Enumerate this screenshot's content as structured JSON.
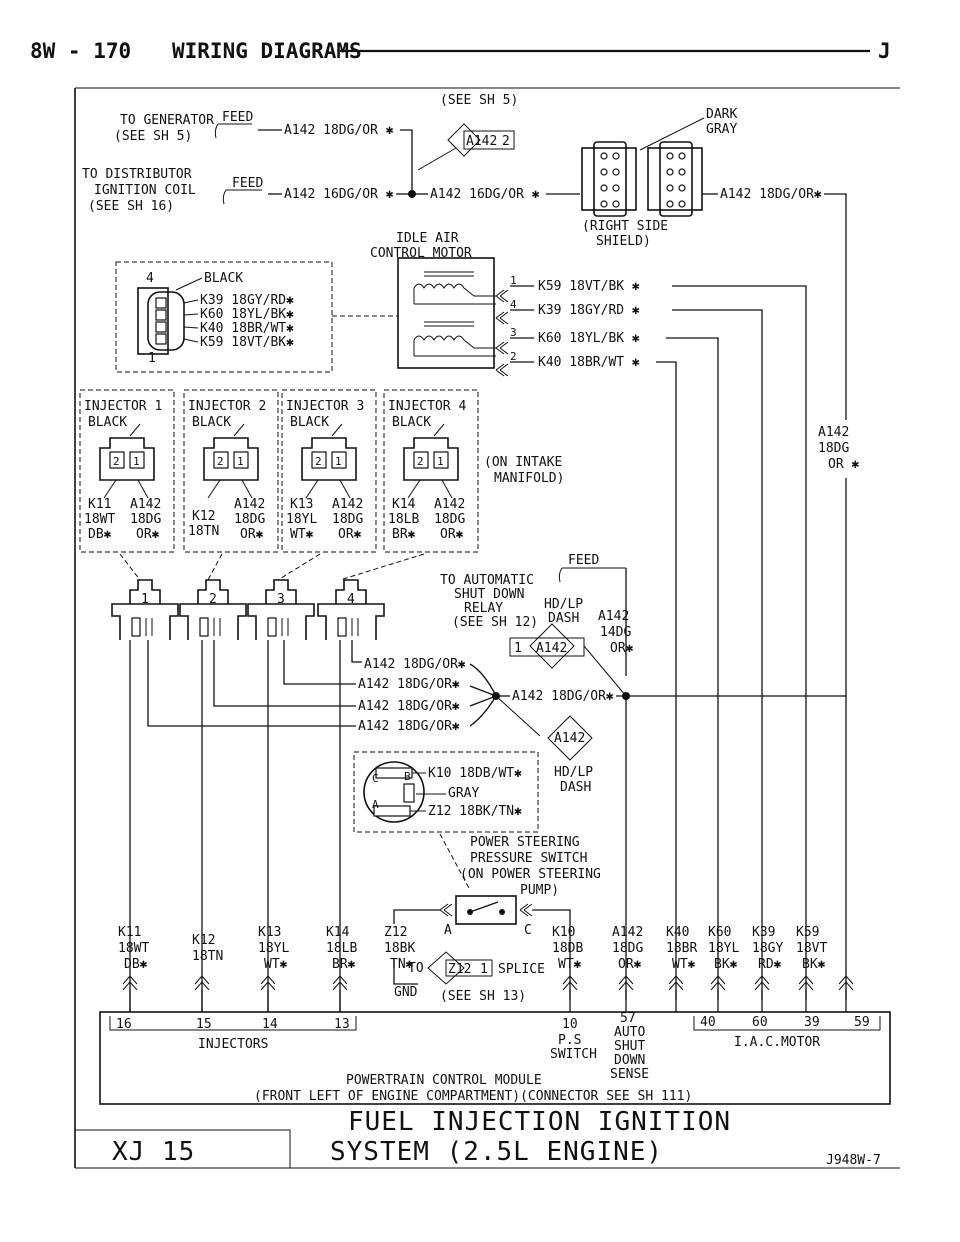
{
  "header": {
    "page_number": "8W - 170",
    "title": "WIRING DIAGRAMS",
    "section_letter": "J"
  },
  "top": {
    "see_sh5": "(SEE SH 5)",
    "gen_line1": "TO GENERATOR",
    "gen_line2": "(SEE SH 5)",
    "feed1": "FEED",
    "wire_gen": "A142 18DG/OR ✱",
    "dist_line1": "TO DISTRIBUTOR",
    "dist_line2": "IGNITION COIL",
    "dist_line3": "(SEE SH 16)",
    "feed2": "FEED",
    "wire_dist": "A142 16DG/OR ✱",
    "wire_mid": "A142 16DG/OR ✱",
    "splice_a142_2": "A142",
    "splice_pin_2": "2",
    "dark_gray1": "DARK",
    "dark_gray2": "GRAY",
    "right_shield1": "(RIGHT SIDE",
    "right_shield2": "SHIELD)",
    "wire_right": "A142 18DG/OR✱",
    "iac1": "IDLE AIR",
    "iac2": "CONTROL MOTOR"
  },
  "iac_connector": {
    "pin4": "4",
    "pin1": "1",
    "color": "BLACK",
    "wires": [
      "K39 18GY/RD✱",
      "K60 18YL/BK✱",
      "K40 18BR/WT✱",
      "K59 18VT/BK✱"
    ]
  },
  "iac_motor": {
    "pins": [
      "1",
      "4",
      "3",
      "2"
    ],
    "wires": [
      "K59 18VT/BK ✱",
      "K39 18GY/RD ✱",
      "K60 18YL/BK ✱",
      "K40 18BR/WT ✱"
    ]
  },
  "a142_side": {
    "l1": "A142",
    "l2": "18DG",
    "l3": "OR ✱"
  },
  "injectors": [
    {
      "name": "INJECTOR 1",
      "color": "BLACK",
      "pin_a": "2",
      "pin_b": "1",
      "w1a": "K11",
      "w1b": "18WT",
      "w1c": "DB✱",
      "w2a": "A142",
      "w2b": "18DG",
      "w2c": "OR✱",
      "num": "1"
    },
    {
      "name": "INJECTOR 2",
      "color": "BLACK",
      "pin_a": "2",
      "pin_b": "1",
      "w1a": "K12",
      "w1b": "18TN",
      "w1c": "",
      "w2a": "A142",
      "w2b": "18DG",
      "w2c": "OR✱",
      "num": "2"
    },
    {
      "name": "INJECTOR 3",
      "color": "BLACK",
      "pin_a": "2",
      "pin_b": "1",
      "w1a": "K13",
      "w1b": "18YL",
      "w1c": "WT✱",
      "w2a": "A142",
      "w2b": "18DG",
      "w2c": "OR✱",
      "num": "3"
    },
    {
      "name": "INJECTOR 4",
      "color": "BLACK",
      "pin_a": "2",
      "pin_b": "1",
      "w1a": "K14",
      "w1b": "18LB",
      "w1c": "BR✱",
      "w2a": "A142",
      "w2b": "18DG",
      "w2c": "OR✱",
      "num": "4"
    }
  ],
  "manifold1": "(ON INTAKE",
  "manifold2": "MANIFOLD)",
  "asd": {
    "feed": "FEED",
    "l1": "TO AUTOMATIC",
    "l2": "SHUT DOWN",
    "l3": "RELAY",
    "l4": "(SEE SH 12)",
    "hdlp1": "HD/LP",
    "hdlp2": "DASH",
    "w1": "A142",
    "w2": "14DG",
    "w3": "OR✱",
    "splice_pin": "1",
    "splice_name": "A142"
  },
  "a142_wires": [
    "A142 18DG/OR✱",
    "A142 18DG/OR✱",
    "A142 18DG/OR✱",
    "A142 18DG/OR✱"
  ],
  "a142_merge": "A142 18DG/OR✱",
  "splice_lower": "A142",
  "ps_switch": {
    "pin_c": "C",
    "pin_b": "B",
    "pin_a": "A",
    "k10": "K10 18DB/WT✱",
    "gray": "GRAY",
    "z12": "Z12 18BK/TN✱",
    "hdlp1": "HD/LP",
    "hdlp2": "DASH",
    "n1": "POWER STEERING",
    "n2": "PRESSURE SWITCH",
    "n3": "(ON POWER STEERING",
    "n4": "PUMP)",
    "sw_a": "A",
    "sw_c": "C"
  },
  "bottom_wires": [
    {
      "a": "K11",
      "b": "18WT",
      "c": "DB✱"
    },
    {
      "a": "K12",
      "b": "18TN",
      "c": ""
    },
    {
      "a": "K13",
      "b": "18YL",
      "c": "WT✱"
    },
    {
      "a": "K14",
      "b": "18LB",
      "c": "BR✱"
    },
    {
      "a": "Z12",
      "b": "18BK",
      "c": "TN✱"
    },
    {
      "a": "K10",
      "b": "18DB",
      "c": "WT✱"
    },
    {
      "a": "A142",
      "b": "18DG",
      "c": "OR✱"
    },
    {
      "a": "K40",
      "b": "18BR",
      "c": "WT✱"
    },
    {
      "a": "K60",
      "b": "18YL",
      "c": "BK✱"
    },
    {
      "a": "K39",
      "b": "18GY",
      "c": "RD✱"
    },
    {
      "a": "K59",
      "b": "18VT",
      "c": "BK✱"
    }
  ],
  "splice_z12": {
    "to": "TO",
    "name": "Z12",
    "pin": "1",
    "label": "SPLICE",
    "gnd": "GND",
    "see": "(SEE SH 13)"
  },
  "pcm": {
    "inj_pins": [
      "16",
      "15",
      "14",
      "13"
    ],
    "inj_label": "INJECTORS",
    "ps_pin": "10",
    "ps1": "P.S",
    "ps2": "SWITCH",
    "asd_pin": "57",
    "asd1": "AUTO",
    "asd2": "SHUT",
    "asd3": "DOWN",
    "asd4": "SENSE",
    "iac_pins": [
      "40",
      "60",
      "39",
      "59"
    ],
    "iac_label": "I.A.C.MOTOR",
    "name": "POWERTRAIN CONTROL MODULE",
    "location": "(FRONT LEFT OF ENGINE COMPARTMENT)(CONNECTOR SEE SH 111)"
  },
  "footer": {
    "model": "XJ 15",
    "title1": "FUEL INJECTION IGNITION",
    "title2": "SYSTEM (2.5L ENGINE)",
    "code": "J948W-7"
  }
}
